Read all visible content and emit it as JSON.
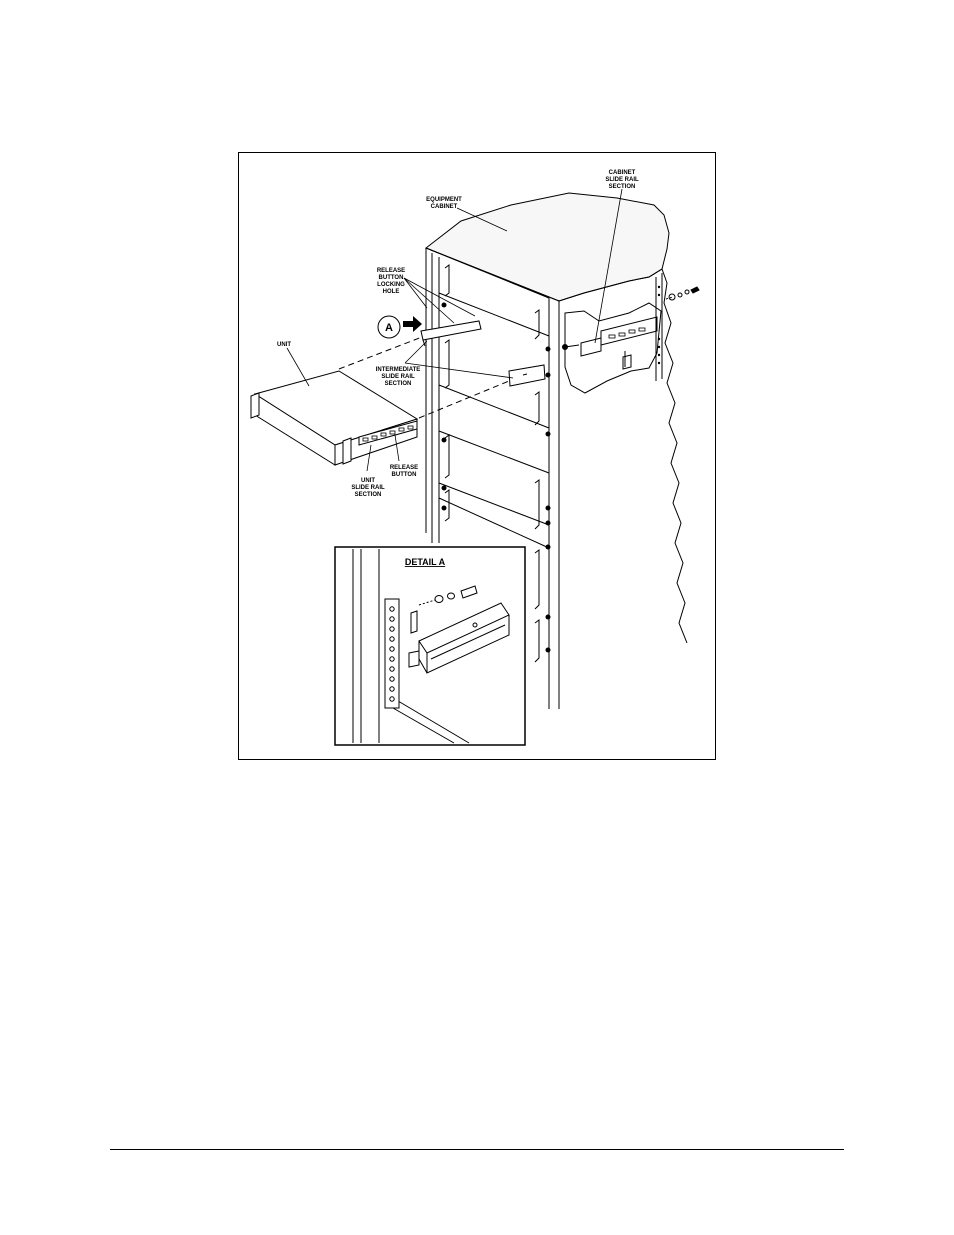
{
  "figure": {
    "labels": {
      "cabinet_rail": [
        "CABINET",
        "SLIDE RAIL",
        "SECTION"
      ],
      "equipment_cabinet": [
        "EQUIPMENT",
        "CABINET"
      ],
      "release_locking_hole": [
        "RELEASE",
        "BUTTON",
        "LOCKING",
        "HOLE"
      ],
      "callout": "A",
      "unit": "UNIT",
      "intermediate_rail": [
        "INTERMEDIATE",
        "SLIDE RAIL",
        "SECTION"
      ],
      "release_button": [
        "RELEASE",
        "BUTTON"
      ],
      "unit_rail": [
        "UNIT",
        "SLIDE RAIL",
        "SECTION"
      ],
      "detail_title": "DETAIL A"
    }
  }
}
